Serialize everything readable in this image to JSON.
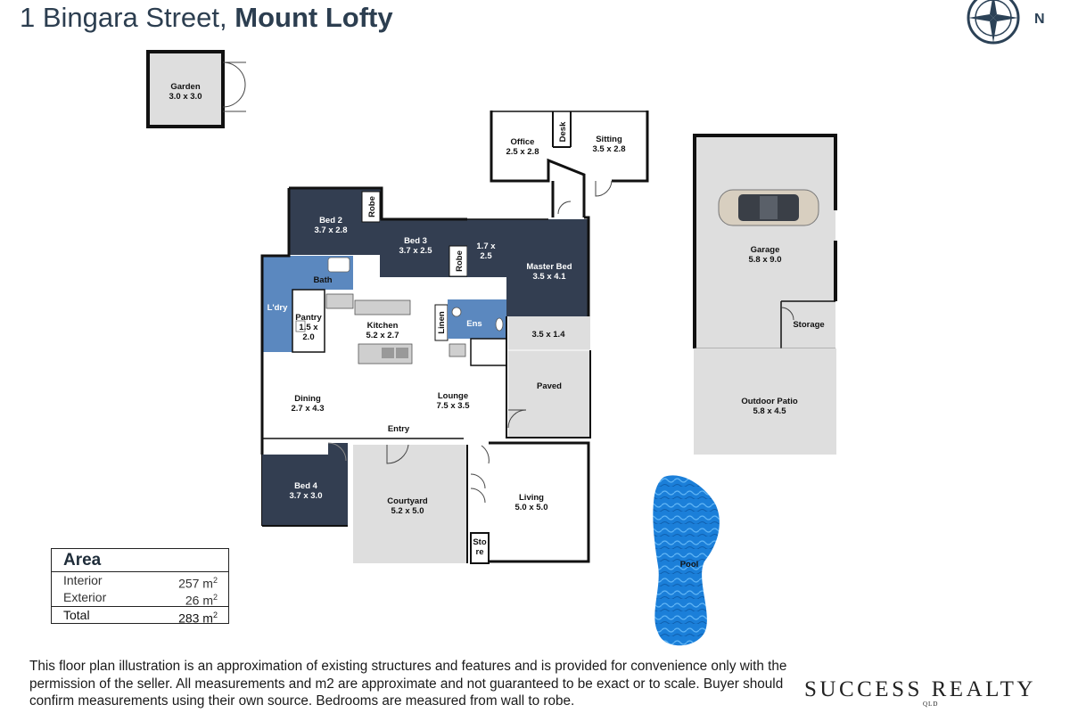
{
  "header": {
    "address_prefix": "1 Bingara Street, ",
    "suburb": "Mount Lofty"
  },
  "compass": {
    "north_label": "N",
    "icon": "compass-rose-icon"
  },
  "rooms": {
    "garden": {
      "name": "Garden",
      "size": "3.0 x 3.0"
    },
    "office": {
      "name": "Office",
      "size": "2.5 x 2.8"
    },
    "desk": {
      "name": "Desk"
    },
    "sitting": {
      "name": "Sitting",
      "size": "3.5 x 2.8"
    },
    "bed2": {
      "name": "Bed 2",
      "size": "3.7 x 2.8"
    },
    "robe1": {
      "name": "Robe"
    },
    "bed3": {
      "name": "Bed 3",
      "size": "3.7 x 2.5"
    },
    "robe2": {
      "name": "Robe"
    },
    "wir": {
      "line1": "1.7 x",
      "line2": "2.5"
    },
    "master": {
      "name": "Master Bed",
      "size": "3.5 x 4.1"
    },
    "bath": {
      "name": "Bath"
    },
    "laundry": {
      "name": "L'dry"
    },
    "pantry": {
      "name": "Pantry",
      "line2": "1.5 x",
      "line3": "2.0"
    },
    "kitchen": {
      "name": "Kitchen",
      "size": "5.2 x 2.7"
    },
    "linen": {
      "name": "Linen"
    },
    "ensuite": {
      "name": "Ens"
    },
    "ext": {
      "size": "3.5 x 1.4"
    },
    "paved": {
      "name": "Paved"
    },
    "dining": {
      "name": "Dining",
      "size": "2.7 x 4.3"
    },
    "lounge": {
      "name": "Lounge",
      "size": "7.5 x 3.5"
    },
    "entry": {
      "name": "Entry"
    },
    "bed4": {
      "name": "Bed 4",
      "size": "3.7 x 3.0"
    },
    "courtyard": {
      "name": "Courtyard",
      "size": "5.2 x 5.0"
    },
    "living": {
      "name": "Living",
      "size": "5.0 x 5.0"
    },
    "store": {
      "line1": "Sto",
      "line2": "re"
    },
    "garage": {
      "name": "Garage",
      "size": "5.8 x 9.0"
    },
    "storage": {
      "name": "Storage"
    },
    "patio": {
      "name": "Outdoor Patio",
      "size": "5.8 x 4.5"
    },
    "pool": {
      "name": "Pool"
    }
  },
  "area": {
    "title": "Area",
    "rows": [
      {
        "label": "Interior",
        "value": "257 m",
        "unit_sup": "2"
      },
      {
        "label": "Exterior",
        "value": "26 m",
        "unit_sup": "2"
      },
      {
        "label": "Total",
        "value": "283 m",
        "unit_sup": "2"
      }
    ]
  },
  "disclaimer": "This floor plan illustration is an approximation of existing structures and features and is provided for convenience only with the permission of the seller. All measurements and m2 are approximate and not guaranteed to be exact or to scale. Buyer should confirm measurements using their own source. Bedrooms are measured from wall to robe.",
  "brand": {
    "name": "SUCCESS REALTY",
    "sub": "QLD"
  },
  "colors": {
    "dark_room": "#333e51",
    "wet_area": "#5b88bf",
    "paving": "#dedede",
    "pool": "#1b7fd9",
    "wall": "#111111",
    "title": "#2c3e50"
  }
}
